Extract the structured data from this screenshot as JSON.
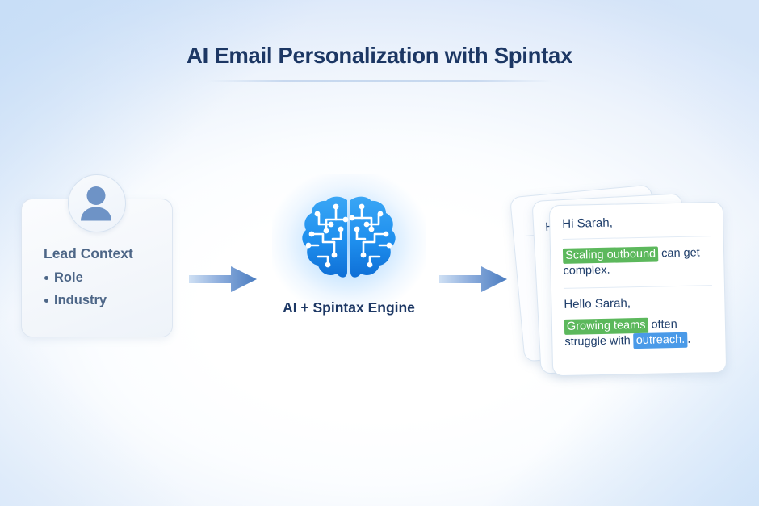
{
  "page": {
    "title": "AI Email Personalization with Spintax",
    "background_center": "#ffffff",
    "background_edge": "#d2e2f7"
  },
  "lead_card": {
    "avatar_icon": "person-avatar-icon",
    "heading": "Lead Context",
    "bullets": [
      {
        "label": "Role"
      },
      {
        "label": "Industry"
      }
    ]
  },
  "flow": {
    "arrow_1": "arrow-right-icon",
    "arrow_2": "arrow-right-icon",
    "arrow_color": "#4a7cc0"
  },
  "engine": {
    "icon": "ai-brain-circuit-icon",
    "label": "AI + Spintax Engine",
    "icon_color": "#1f8bee",
    "glow_color": "#8cc8ff"
  },
  "email_stack": {
    "back_card_text": "",
    "mid_card_text": "He",
    "front_card": {
      "blocks": [
        {
          "greeting": "Hi Sarah,",
          "segments": [
            {
              "text": "Scaling outbound",
              "highlight": "green"
            },
            {
              "text": " can get complex.",
              "highlight": "none"
            }
          ]
        },
        {
          "greeting": "Hello Sarah,",
          "segments": [
            {
              "text": "Growing teams",
              "highlight": "green"
            },
            {
              "text": " often struggle with ",
              "highlight": "none"
            },
            {
              "text": "outreach.",
              "highlight": "blue"
            },
            {
              "text": ".",
              "highlight": "none"
            }
          ]
        }
      ]
    },
    "highlight_green": "#5cb85c",
    "highlight_blue": "#4a9ae8"
  }
}
